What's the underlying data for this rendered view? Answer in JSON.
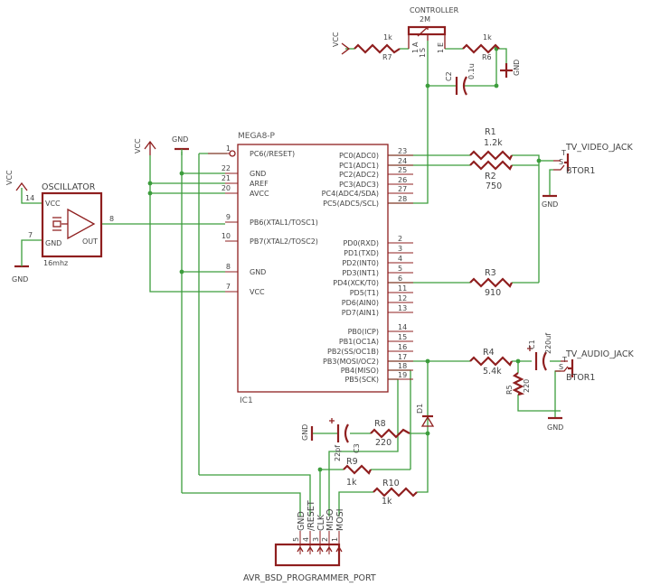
{
  "mcu": {
    "name": "MEGA8-P",
    "ref": "IC1",
    "left_pins": [
      {
        "num": "1",
        "label": "PC6(/RESET)"
      },
      {
        "num": "22",
        "label": "GND"
      },
      {
        "num": "21",
        "label": "AREF"
      },
      {
        "num": "20",
        "label": "AVCC"
      },
      {
        "num": "9",
        "label": "PB6(XTAL1/TOSC1)"
      },
      {
        "num": "10",
        "label": "PB7(XTAL2/TOSC2)"
      },
      {
        "num": "8",
        "label": "GND"
      },
      {
        "num": "7",
        "label": "VCC"
      }
    ],
    "right_pins": [
      {
        "num": "23",
        "label": "PC0(ADC0)"
      },
      {
        "num": "24",
        "label": "PC1(ADC1)"
      },
      {
        "num": "25",
        "label": "PC2(ADC2)"
      },
      {
        "num": "26",
        "label": "PC3(ADC3)"
      },
      {
        "num": "27",
        "label": "PC4(ADC4/SDA)"
      },
      {
        "num": "28",
        "label": "PC5(ADC5/SCL)"
      },
      {
        "num": "2",
        "label": "PD0(RXD)"
      },
      {
        "num": "3",
        "label": "PD1(TXD)"
      },
      {
        "num": "4",
        "label": "PD2(INT0)"
      },
      {
        "num": "5",
        "label": "PD3(INT1)"
      },
      {
        "num": "6",
        "label": "PD4(XCK/T0)"
      },
      {
        "num": "11",
        "label": "PD5(T1)"
      },
      {
        "num": "12",
        "label": "PD6(AIN0)"
      },
      {
        "num": "13",
        "label": "PD7(AIN1)"
      },
      {
        "num": "14",
        "label": "PB0(ICP)"
      },
      {
        "num": "15",
        "label": "PB1(OC1A)"
      },
      {
        "num": "16",
        "label": "PB2(SS/OC1B)"
      },
      {
        "num": "17",
        "label": "PB3(MOSI/OC2)"
      },
      {
        "num": "18",
        "label": "PB4(MISO)"
      },
      {
        "num": "19",
        "label": "PB5(SCK)"
      }
    ]
  },
  "oscillator": {
    "title": "OSCILLATOR",
    "vcc": "VCC",
    "gnd": "GND",
    "out": "OUT",
    "freq": "16mhz",
    "pin_vcc": "14",
    "pin_gnd": "7",
    "pin_out": "8"
  },
  "power": {
    "vcc": "VCC",
    "gnd": "GND"
  },
  "controller": {
    "title": "CONTROLLER",
    "value": "2M",
    "pin_a": "A",
    "pin_e": "E",
    "pin_s": "S",
    "pin_1a": "1",
    "pin_1e": "1",
    "pin_1s": "1"
  },
  "components": {
    "r7": {
      "ref": "R7",
      "value": "1k"
    },
    "r6": {
      "ref": "R6",
      "value": "1k"
    },
    "c2": {
      "ref": "C2",
      "value": "0.1u"
    },
    "r1": {
      "ref": "R1",
      "value": "1.2k"
    },
    "r2": {
      "ref": "R2",
      "value": "750"
    },
    "r3": {
      "ref": "R3",
      "value": "910"
    },
    "r4": {
      "ref": "R4",
      "value": "5.4k"
    },
    "r5": {
      "ref": "R5",
      "value": "220"
    },
    "c1": {
      "ref": "C1",
      "value": "220uf"
    },
    "c3": {
      "ref": "C3",
      "value": "22pf"
    },
    "r8": {
      "ref": "R8",
      "value": "220"
    },
    "r9": {
      "ref": "R9",
      "value": "1k"
    },
    "r10": {
      "ref": "R10",
      "value": "1k"
    },
    "d1": {
      "ref": "D1"
    }
  },
  "jacks": {
    "video": {
      "name": "TV_VIDEO_JACK",
      "ref": "BTOR1",
      "t": "T",
      "s": "S"
    },
    "audio": {
      "name": "TV_AUDIO_JACK",
      "ref": "BTOR1",
      "t": "T",
      "s": "S"
    }
  },
  "programmer": {
    "name": "AVR_BSD_PROGRAMMER_PORT",
    "pins": [
      {
        "num": "5",
        "label": "GND"
      },
      {
        "num": "4",
        "label": "/RESET"
      },
      {
        "num": "3",
        "label": "CLK"
      },
      {
        "num": "2",
        "label": "MISO"
      },
      {
        "num": "1",
        "label": "MOSI"
      }
    ]
  }
}
